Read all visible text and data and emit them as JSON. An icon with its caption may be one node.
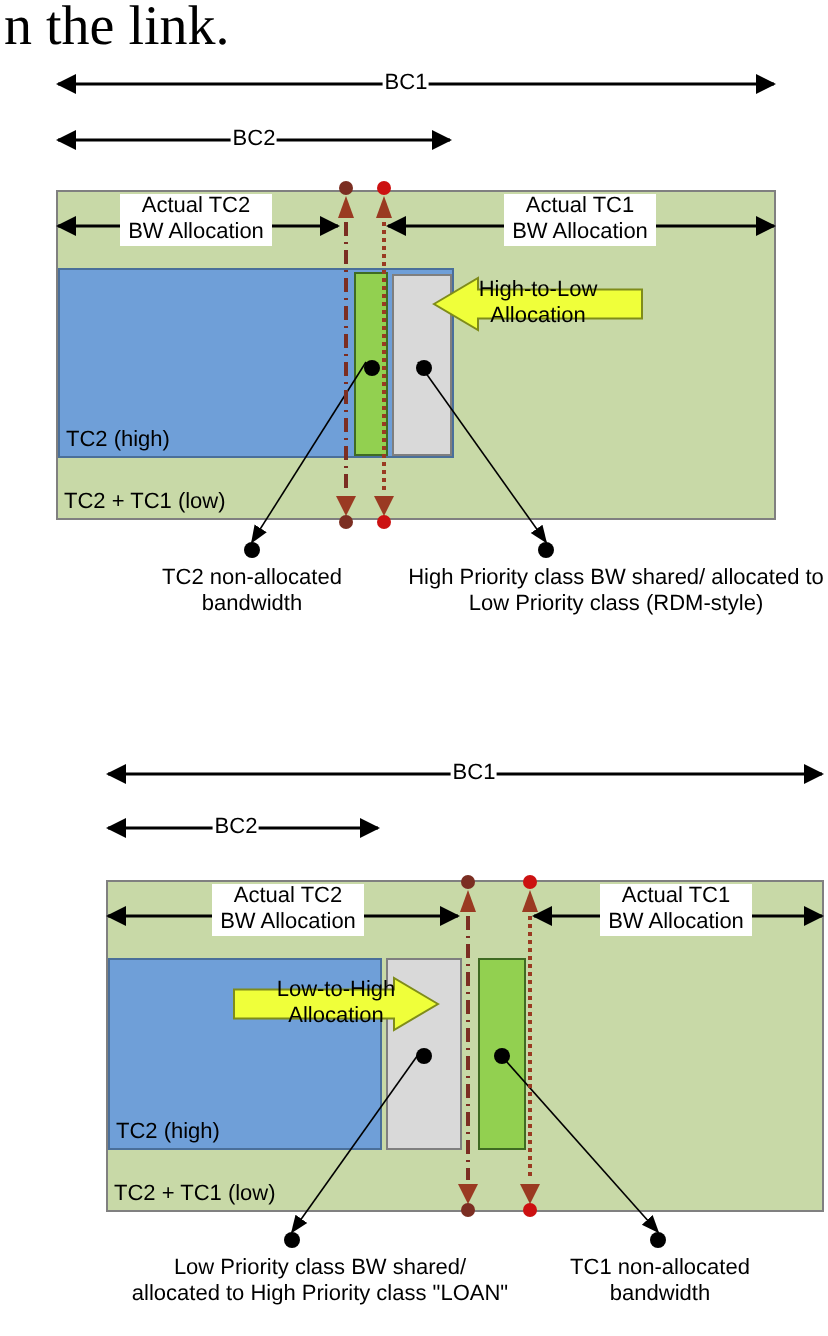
{
  "diagram": {
    "nodes": [
      {
        "text": [
          "TC2 + TC1 (low)"
        ]
      },
      {
        "text": [
          "TC2 (high)"
        ],
        "in": 0
      },
      {
        "text": [],
        "shape": "bar",
        "in": 1
      },
      {
        "text": [],
        "shape": "bar",
        "in": 1
      },
      {
        "text": [
          "High-to-Low Allocation"
        ],
        "in": 0
      },
      {
        "text": [
          "TC2 non-allocated bandwidth"
        ]
      },
      {
        "text": [
          "High Priority class BW shared/ allocated to Low Priority class (RDM-style)"
        ]
      },
      {
        "text": [
          "TC2 + TC1 (low)"
        ]
      },
      {
        "text": [
          "TC2 (high)"
        ],
        "in": 7
      },
      {
        "text": [
          "Low-to-High Allocation"
        ],
        "in": 7
      },
      {
        "text": [],
        "shape": "bar",
        "in": 7
      },
      {
        "text": [],
        "shape": "bar",
        "in": 7
      },
      {
        "text": [
          "Low Priority class BW shared/ allocated to High Priority class \"LOAN\""
        ]
      },
      {
        "text": [
          "TC1 non-allocated bandwidth"
        ]
      }
    ],
    "edges": [
      {
        "from": 2,
        "to": 5,
        "arrow": "to"
      },
      {
        "from": 3,
        "to": 6,
        "arrow": "to"
      },
      {
        "from": 10,
        "to": 12,
        "arrow": "to"
      },
      {
        "from": 11,
        "to": 13,
        "arrow": "to"
      }
    ],
    "labels": [
      "n the link.",
      "BC1",
      "BC2",
      "Actual TC2 BW Allocation",
      "Actual TC1 BW Allocation",
      "BC1",
      "BC2",
      "Actual TC2 BW Allocation",
      "Actual TC1 BW Allocation"
    ]
  }
}
